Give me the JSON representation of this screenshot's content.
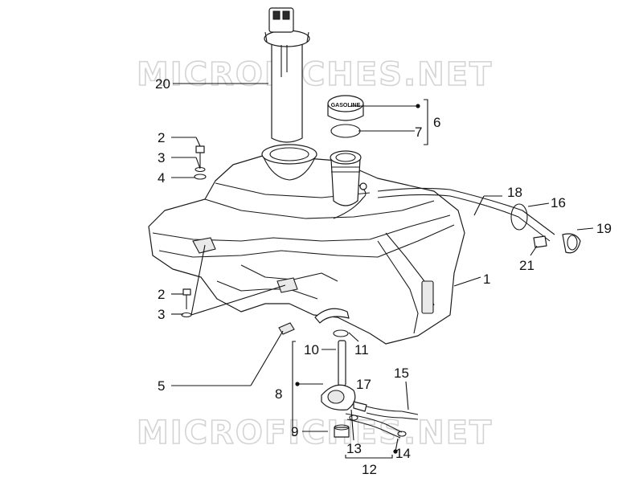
{
  "watermark": "MICROFICHES.NET",
  "parts": [
    {
      "id": "p1",
      "label": "1"
    },
    {
      "id": "p2a",
      "label": "2"
    },
    {
      "id": "p3a",
      "label": "3"
    },
    {
      "id": "p4",
      "label": "4"
    },
    {
      "id": "p2b",
      "label": "2"
    },
    {
      "id": "p3b",
      "label": "3"
    },
    {
      "id": "p5",
      "label": "5"
    },
    {
      "id": "p6",
      "label": "6"
    },
    {
      "id": "p7",
      "label": "7"
    },
    {
      "id": "p8",
      "label": "8"
    },
    {
      "id": "p9",
      "label": "9"
    },
    {
      "id": "p10",
      "label": "10"
    },
    {
      "id": "p11",
      "label": "11"
    },
    {
      "id": "p12",
      "label": "12"
    },
    {
      "id": "p13",
      "label": "13"
    },
    {
      "id": "p14",
      "label": "14"
    },
    {
      "id": "p15",
      "label": "15"
    },
    {
      "id": "p16",
      "label": "16"
    },
    {
      "id": "p17",
      "label": "17"
    },
    {
      "id": "p18",
      "label": "18"
    },
    {
      "id": "p19",
      "label": "19"
    },
    {
      "id": "p20",
      "label": "20"
    },
    {
      "id": "p21",
      "label": "21"
    }
  ],
  "cap_text": "GASOLINE"
}
